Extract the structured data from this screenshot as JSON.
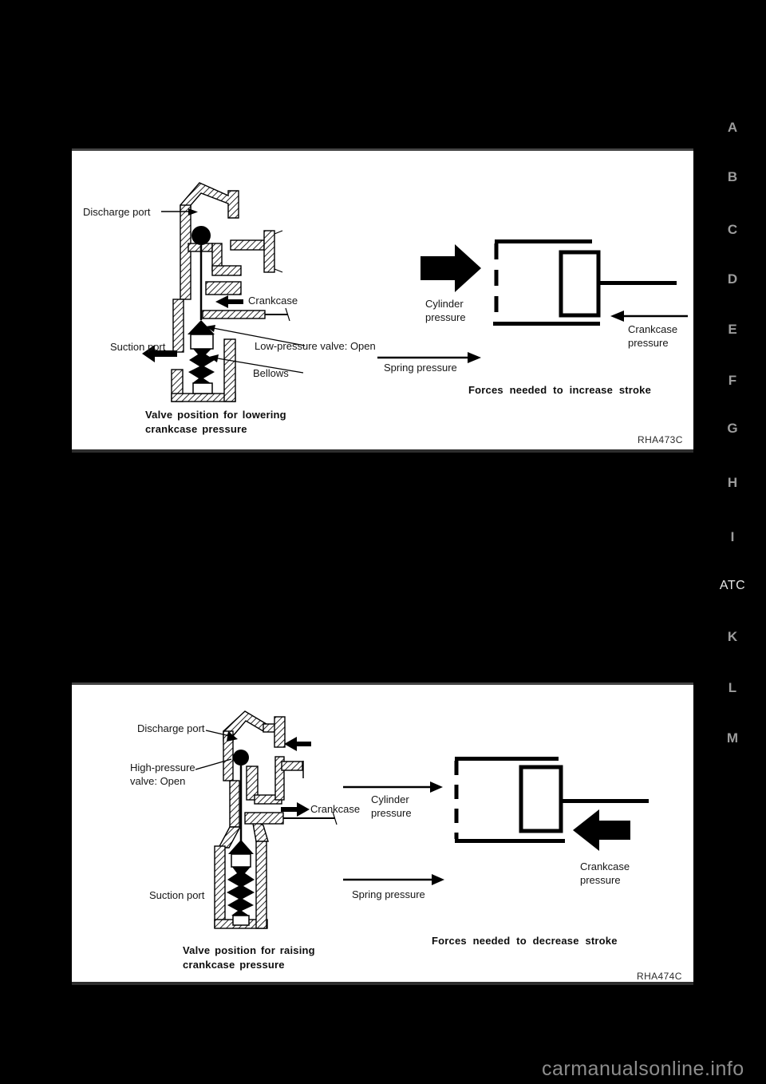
{
  "page": {
    "watermark": "carmanualsonline.info"
  },
  "side_tabs": [
    {
      "label": "A"
    },
    {
      "label": "B"
    },
    {
      "label": "C"
    },
    {
      "label": "D"
    },
    {
      "label": "E"
    },
    {
      "label": "F"
    },
    {
      "label": "G"
    },
    {
      "label": "H"
    },
    {
      "label": "I"
    },
    {
      "label": "ATC"
    },
    {
      "label": "K"
    },
    {
      "label": "L"
    },
    {
      "label": "M"
    }
  ],
  "figure1": {
    "ref_code": "RHA473C",
    "labels": {
      "discharge_port": "Discharge port",
      "crankcase": "Crankcase",
      "suction_port": "Suction port",
      "low_pressure_valve": "Low-pressure valve: Open",
      "bellows": "Bellows",
      "cylinder_pressure_line1": "Cylinder",
      "cylinder_pressure_line2": "pressure",
      "crankcase_pressure_line1": "Crankcase",
      "crankcase_pressure_line2": "pressure",
      "spring_pressure": "Spring pressure"
    },
    "caption_line1": "Valve position for lowering",
    "caption_line2": "crankcase pressure",
    "forces_caption": "Forces needed to increase stroke"
  },
  "figure2": {
    "ref_code": "RHA474C",
    "labels": {
      "discharge_port": "Discharge port",
      "high_pressure_valve_line1": "High-pressure",
      "high_pressure_valve_line2": "valve: Open",
      "crankcase": "Crankcase",
      "suction_port": "Suction port",
      "cylinder_pressure_line1": "Cylinder",
      "cylinder_pressure_line2": "pressure",
      "crankcase_pressure_line1": "Crankcase",
      "crankcase_pressure_line2": "pressure",
      "spring_pressure": "Spring pressure"
    },
    "caption_line1": "Valve position for raising",
    "caption_line2": "crankcase pressure",
    "forces_caption": "Forces needed to decrease stroke"
  }
}
